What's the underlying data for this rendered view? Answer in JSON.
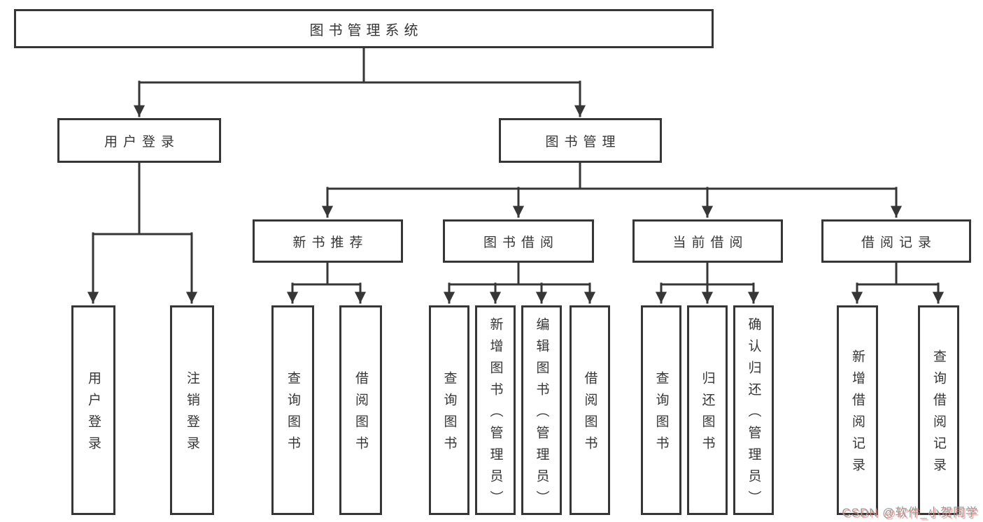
{
  "tree": {
    "label": "图书管理系统",
    "children": [
      {
        "label": "用户登录",
        "children": [
          {
            "label": "用户登录"
          },
          {
            "label": "注销登录"
          }
        ]
      },
      {
        "label": "图书管理",
        "children": [
          {
            "label": "新书推荐",
            "children": [
              {
                "label": "查询图书"
              },
              {
                "label": "借阅图书"
              }
            ]
          },
          {
            "label": "图书借阅",
            "children": [
              {
                "label": "查询图书"
              },
              {
                "label": "新增图书（管理员）"
              },
              {
                "label": "编辑图书（管理员）"
              },
              {
                "label": "借阅图书"
              }
            ]
          },
          {
            "label": "当前借阅",
            "children": [
              {
                "label": "查询图书"
              },
              {
                "label": "归还图书"
              },
              {
                "label": "确认归还（管理员）"
              }
            ]
          },
          {
            "label": "借阅记录",
            "children": [
              {
                "label": "新增借阅记录"
              },
              {
                "label": "查询借阅记录"
              }
            ]
          }
        ]
      }
    ]
  },
  "watermark": {
    "text": "CSDN @软件_小贺同学"
  },
  "colors": {
    "line": "#363636",
    "box_fill": "#ffffff",
    "text": "#363636",
    "background": "#ffffff",
    "watermark_gray": "#9a9a9a",
    "watermark_red": "#e95a50"
  }
}
